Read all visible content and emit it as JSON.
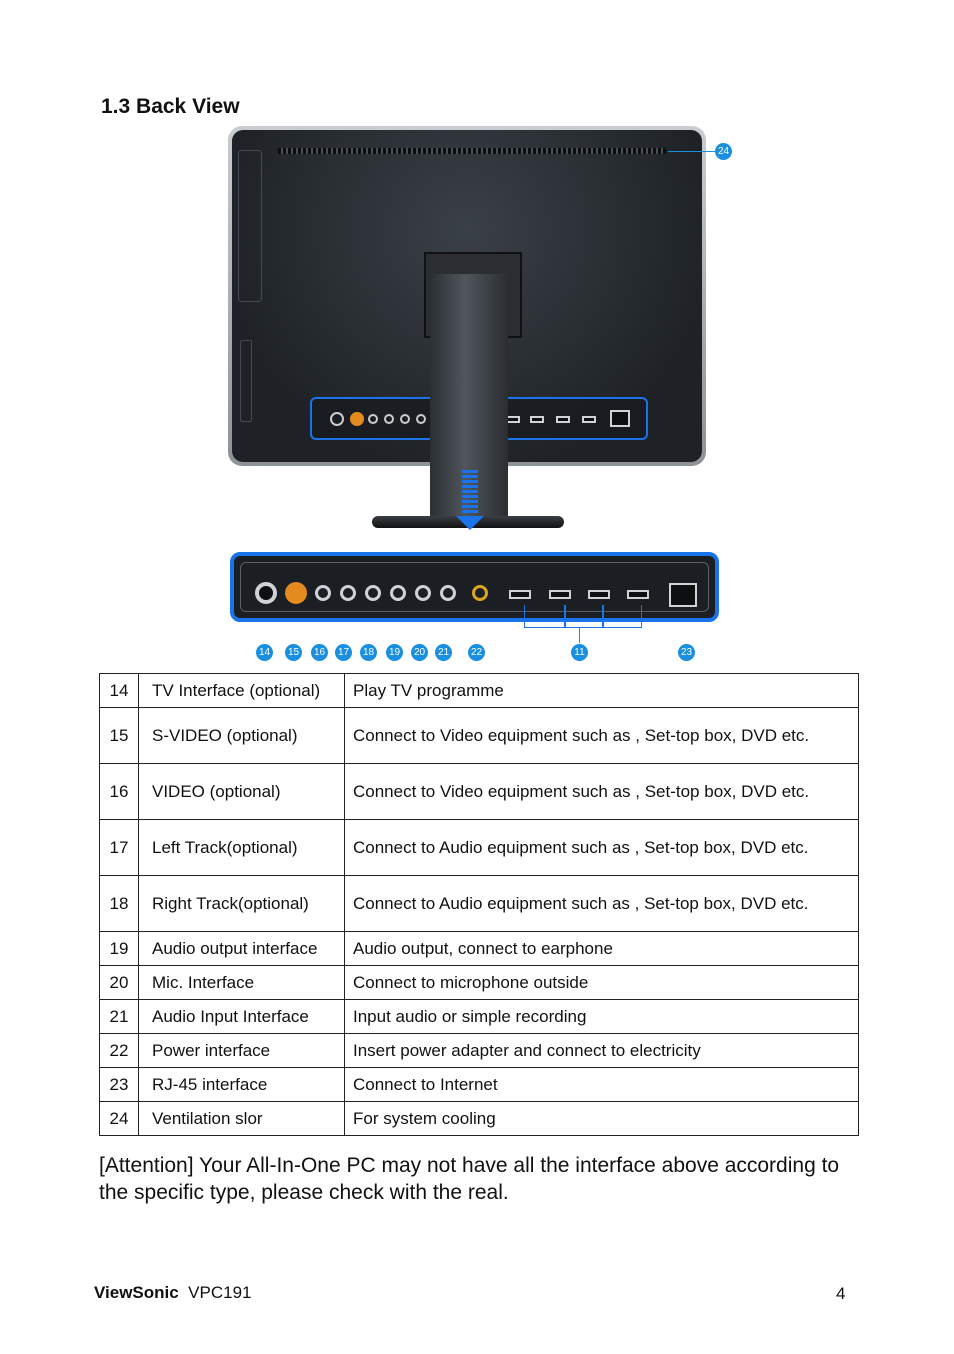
{
  "section_title": "1.3 Back View",
  "callouts": {
    "c24": "24",
    "c14": "14",
    "c15": "15",
    "c16": "16",
    "c17": "17",
    "c18": "18",
    "c19": "19",
    "c20": "20",
    "c21": "21",
    "c22": "22",
    "c11": "11",
    "c23": "23"
  },
  "table": [
    {
      "num": "14",
      "name": "TV Interface (optional)",
      "desc": "Play TV programme"
    },
    {
      "num": "15",
      "name": "S-VIDEO (optional)",
      "desc": "Connect to Video equipment such as , Set-top box, DVD etc."
    },
    {
      "num": "16",
      "name": "VIDEO (optional)",
      "desc": "Connect to Video equipment such as , Set-top box, DVD etc."
    },
    {
      "num": "17",
      "name": "Left Track(optional)",
      "desc": "Connect to Audio equipment such as , Set-top box, DVD etc."
    },
    {
      "num": "18",
      "name": "Right Track(optional)",
      "desc": "Connect to Audio equipment such as , Set-top box, DVD etc."
    },
    {
      "num": "19",
      "name": "Audio output interface",
      "desc": "Audio output, connect to earphone"
    },
    {
      "num": "20",
      "name": "Mic. Interface",
      "desc": "Connect to microphone outside"
    },
    {
      "num": "21",
      "name": "Audio Input Interface",
      "desc": "Input audio or simple recording"
    },
    {
      "num": "22",
      "name": "Power interface",
      "desc": "Insert power adapter and connect to electricity"
    },
    {
      "num": "23",
      "name": "RJ-45 interface",
      "desc": "Connect to Internet"
    },
    {
      "num": "24",
      "name": "Ventilation slor",
      "desc": "For system cooling"
    }
  ],
  "attention": "[Attention]  Your All-In-One PC  may not have all the interface above according to the specific type, please check with the real.",
  "footer": {
    "brand": "ViewSonic",
    "model": "VPC191",
    "page": "4"
  },
  "colors": {
    "accent": "#1a73e8",
    "callout": "#1a8fe0"
  }
}
